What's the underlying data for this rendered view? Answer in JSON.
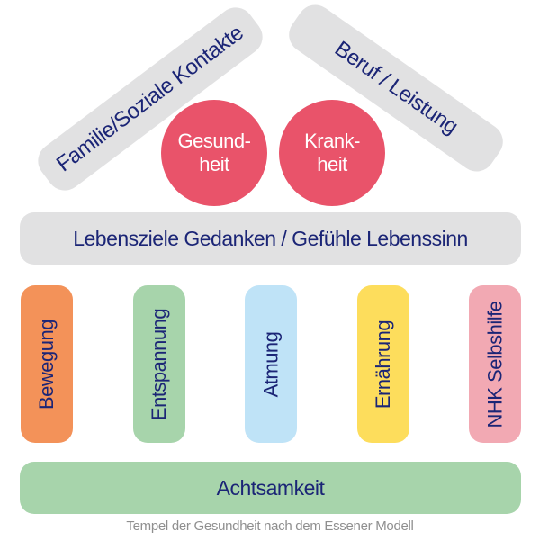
{
  "roof": {
    "left": "Familie/Soziale Kontakte",
    "right": "Beruf / Leistung"
  },
  "circles": [
    {
      "label": "Gesund-\nheit",
      "color": "#e9536a"
    },
    {
      "label": "Krank-\nheit",
      "color": "#e9536a"
    }
  ],
  "beam": {
    "label": "Lebensziele Gedanken / Gefühle Lebenssinn"
  },
  "pillars": [
    {
      "label": "Bewegung",
      "color": "#f39259"
    },
    {
      "label": "Entspannung",
      "color": "#a7d4ab"
    },
    {
      "label": "Atmung",
      "color": "#bfe3f7"
    },
    {
      "label": "Ernährung",
      "color": "#fddd5c"
    },
    {
      "label": "NHK Selbshilfe",
      "color": "#f2a9b3"
    }
  ],
  "base": {
    "label": "Achtsamkeit"
  },
  "caption": "Tempel der Gesundheit nach dem Essener Modell",
  "colors": {
    "text": "#1b2576",
    "gray_panel": "#e1e1e2",
    "caption": "#8f8f8f"
  }
}
